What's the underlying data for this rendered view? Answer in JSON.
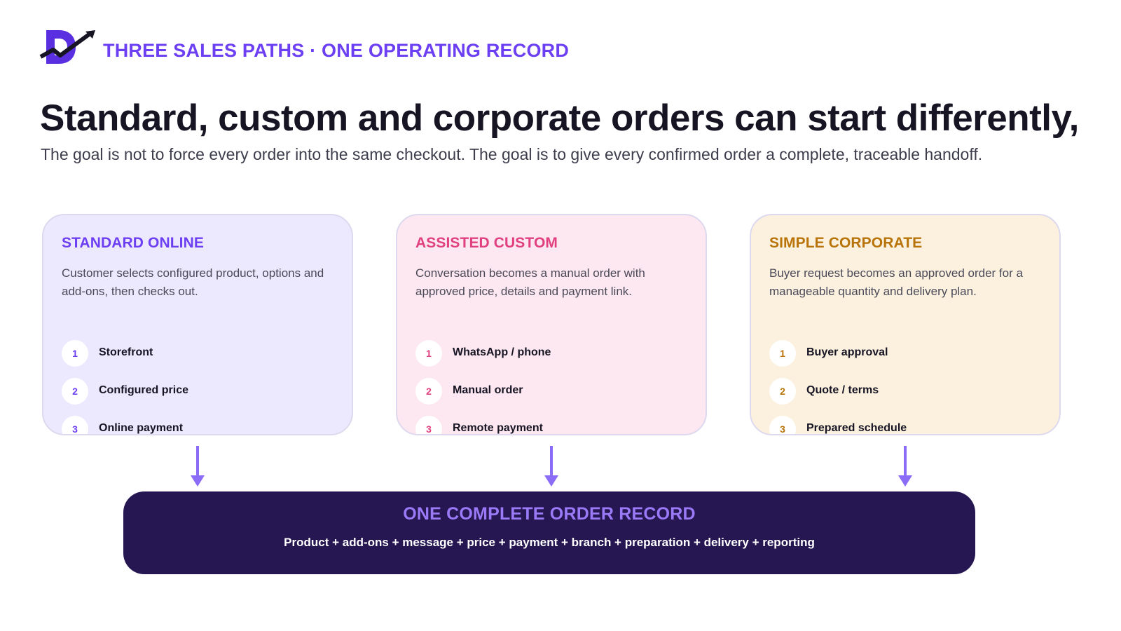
{
  "header": {
    "kicker": "THREE SALES PATHS · ONE OPERATING RECORD",
    "title": "Standard, custom and corporate orders can start differently,",
    "subtitle": "The goal is not to force every order into the same checkout. The goal is to give every confirmed order a complete, traceable handoff."
  },
  "colors": {
    "brand_purple": "#6d3ff2",
    "standard_bg": "#ece8fd",
    "custom_bg": "#fde7f0",
    "corporate_bg": "#fbf1de",
    "standard_accent": "#6d3ff2",
    "custom_accent": "#e0407f",
    "corporate_accent": "#b87309",
    "record_bg": "#261652"
  },
  "paths": [
    {
      "title": "STANDARD ONLINE",
      "description": "Customer selects configured product, options and add-ons, then checks out.",
      "steps": [
        {
          "num": "1",
          "label": "Storefront"
        },
        {
          "num": "2",
          "label": "Configured price"
        },
        {
          "num": "3",
          "label": "Online payment"
        }
      ]
    },
    {
      "title": "ASSISTED CUSTOM",
      "description": "Conversation becomes a manual order with approved price, details and payment link.",
      "steps": [
        {
          "num": "1",
          "label": "WhatsApp / phone"
        },
        {
          "num": "2",
          "label": "Manual order"
        },
        {
          "num": "3",
          "label": "Remote payment"
        }
      ]
    },
    {
      "title": "SIMPLE CORPORATE",
      "description": "Buyer request becomes an approved order for a manageable quantity and delivery plan.",
      "steps": [
        {
          "num": "1",
          "label": "Buyer approval"
        },
        {
          "num": "2",
          "label": "Quote / terms"
        },
        {
          "num": "3",
          "label": "Prepared schedule"
        }
      ]
    }
  ],
  "record": {
    "title": "ONE COMPLETE ORDER RECORD",
    "subtitle": "Product + add-ons + message + price + payment + branch + preparation + delivery + reporting"
  }
}
